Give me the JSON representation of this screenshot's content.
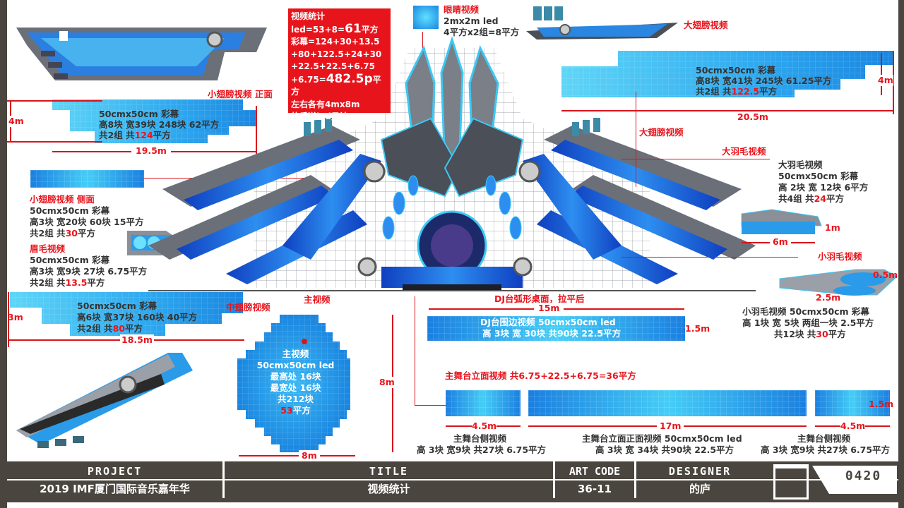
{
  "stats_box": {
    "title": "视频统计",
    "line1_a": "led=53+8=",
    "line1_b": "61",
    "line1_c": "平方",
    "line2": "彩幕=124+30+13.5",
    "line3": "+80+122.5+24+30",
    "line4": "+22.5+22.5+6.75",
    "line5_a": "+6.75=",
    "line5_b": "482.5p",
    "line5_c": "平方",
    "line6": "左右各有4mx8m",
    "line7": "的反送led另计"
  },
  "eye_video": {
    "title": "眼睛视频",
    "line1": "2mx2m  led",
    "line2": "4平方x2组=8平方"
  },
  "big_wing": {
    "label_top": "大翅膀视频",
    "label_mid": "大翅膀视频",
    "spec": "50cmx50cm 彩幕",
    "line2": "高8块 宽41块  245块  61.25平方",
    "line3_a": "共2组 共",
    "line3_b": "122.5",
    "line3_c": "平方",
    "height": "4m",
    "width": "20.5m"
  },
  "small_wing_front": {
    "label": "小翅膀视频 正面",
    "spec": "50cmx50cm 彩幕",
    "line2": "高8块 宽39块  248块  62平方",
    "line3_a": "共2组 共",
    "line3_b": "124",
    "line3_c": "平方",
    "height": "4m",
    "width": "19.5m"
  },
  "small_wing_side": {
    "label": "小翅膀视频 侧面",
    "spec": "50cmx50cm 彩幕",
    "line2": "高3块 宽20块  60块   15平方",
    "line3_a": "共2组 共",
    "line3_b": "30",
    "line3_c": "平方"
  },
  "eyebrow": {
    "label": "眉毛视频",
    "spec": "50cmx50cm 彩幕",
    "line2": "高3块 宽9块   27块   6.75平方",
    "line3_a": "共2组 共",
    "line3_b": "13.5",
    "line3_c": "平方"
  },
  "mid_wing": {
    "label": "中翅膀视频",
    "spec": "50cmx50cm 彩幕",
    "line2": "高6块 宽37块  160块   40平方",
    "line3_a": "共2组 共",
    "line3_b": "80",
    "line3_c": "平方",
    "height": "3m",
    "width": "18.5m"
  },
  "main_video": {
    "label": "主视频",
    "title": "主视频",
    "spec": "50cmx50cm led",
    "line2": "最高处 16块",
    "line3": "最宽处 16块",
    "line4": "共212块",
    "line5_a": "53",
    "line5_b": "平方",
    "height": "8m",
    "width": "8m"
  },
  "big_feather": {
    "label": "大羽毛视频",
    "title": "大羽毛视频",
    "spec": "50cmx50cm 彩幕",
    "line2": "高 2块 宽 12块  6平方",
    "line3_a": "共4组 共",
    "line3_b": "24",
    "line3_c": "平方",
    "height": "1m",
    "width": "6m"
  },
  "small_feather": {
    "label": "小羽毛视频",
    "line1": "小羽毛视频  50cmx50cm 彩幕",
    "line2": "高 1块 宽 5块 两组一块 2.5平方",
    "line3_a": "共12块 共",
    "line3_b": "30",
    "line3_c": "平方",
    "height": "0.5m",
    "width": "2.5m"
  },
  "dj": {
    "label": "DJ台弧形桌面，拉平后",
    "line1": "DJ台围边视频  50cmx50cm led",
    "line2": "高 3块 宽 30块 共90块 22.5平方",
    "width": "15m",
    "height": "1.5m"
  },
  "stage_front": {
    "label": "主舞台立面视频  共6.75+22.5+6.75=36平方",
    "side_title": "主舞台侧视频",
    "side_spec": "高 3块 宽9块 共27块 6.75平方",
    "front_title": "主舞台立面正面视频  50cmx50cm led",
    "front_spec": "高 3块 宽 34块 共90块 22.5平方",
    "side_width": "4.5m",
    "front_width": "17m",
    "height": "1.5m"
  },
  "title_block": {
    "project_h": "PROJECT",
    "title_h": "TITLE",
    "artcode_h": "ART CODE",
    "designer_h": "DESIGNER",
    "project": "2019 IMF厦门国际音乐嘉年华",
    "title": "视频统计",
    "artcode": "36-11",
    "designer": "的庐",
    "number": "0420"
  }
}
